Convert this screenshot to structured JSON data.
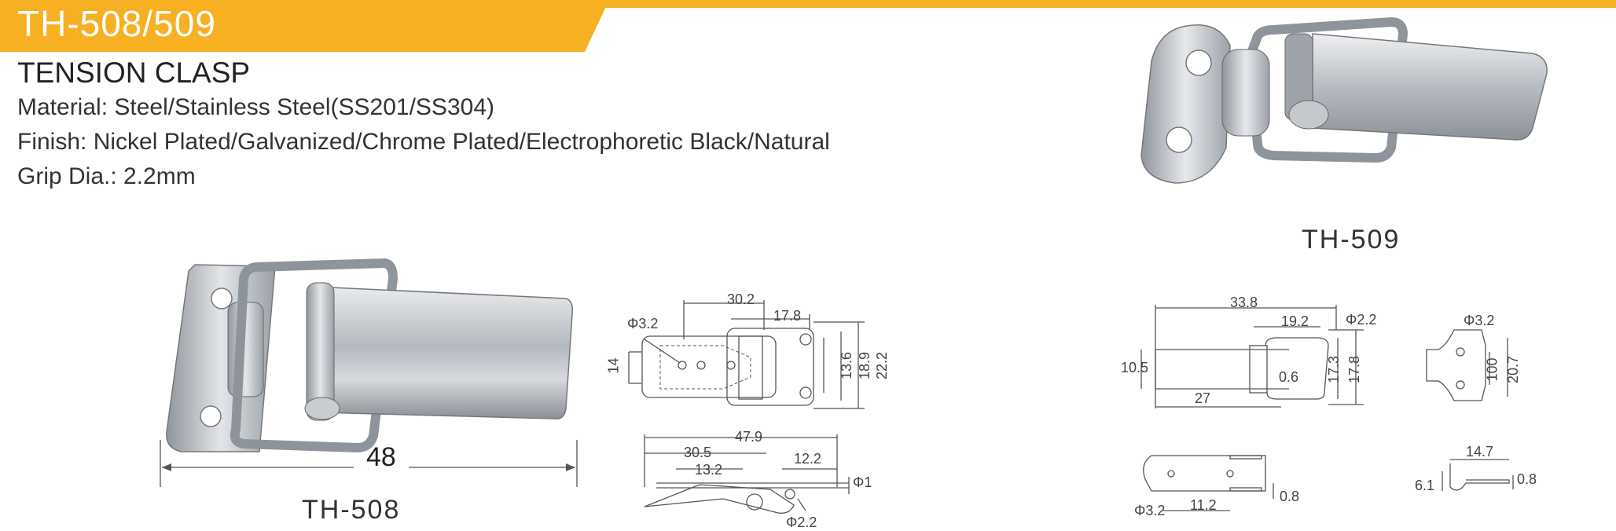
{
  "header": {
    "model": "TH-508/509",
    "product_type": "TENSION CLASP",
    "accent_color": "#f6b022"
  },
  "specs": {
    "material": "Material: Steel/Stainless Steel(SS201/SS304)",
    "finish": "Finish: Nickel Plated/Galvanized/Chrome Plated/Electrophoretic Black/Natural",
    "grip": "Grip Dia.: 2.2mm"
  },
  "th508": {
    "caption": "TH-508",
    "overall_length": "48",
    "top_view": {
      "hole": "Φ3.2",
      "d1": "30.2",
      "d2": "17.8",
      "h_left": "14",
      "h1": "13.6",
      "h2": "18.9",
      "h3": "22.2"
    },
    "side_view": {
      "d1": "47.9",
      "d2": "30.5",
      "d3": "13.2",
      "d4": "12.2",
      "thick": "Φ1",
      "grip": "Φ2.2"
    }
  },
  "th509": {
    "caption": "TH-509",
    "top_view": {
      "d1": "33.8",
      "d2": "19.2",
      "grip": "Φ2.2",
      "h_left": "10.5",
      "d3": "27",
      "gap": "0.6",
      "h1": "17.3",
      "h2": "17.8"
    },
    "plate_view": {
      "hole": "Φ3.2",
      "h1": "100",
      "h2": "20.7"
    },
    "side_view": {
      "hole": "Φ3.2",
      "d1": "11.2",
      "thick": "0.8"
    },
    "hook_view": {
      "d1": "14.7",
      "h1": "6.1",
      "thick": "0.8"
    }
  }
}
